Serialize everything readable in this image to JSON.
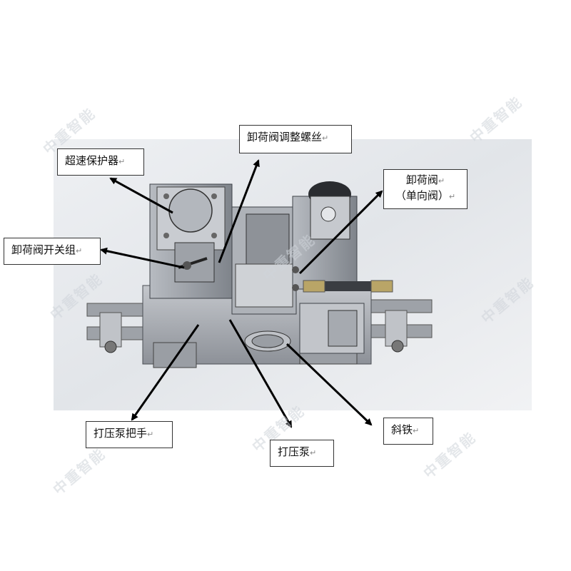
{
  "labels": {
    "overspeed_protector": "超速保护器",
    "unload_valve_screw": "卸荷阀调整螺丝",
    "unload_valve_switch": "卸荷阀开关组",
    "unload_valve": "卸荷阀",
    "check_valve": "（单向阀）",
    "pump_handle": "打压泵把手",
    "pump": "打压泵",
    "wedge": "斜铁",
    "return_mark": "↵"
  },
  "watermark": "中重智能",
  "colors": {
    "background": "#ffffff",
    "backdrop": "#e3e6ea",
    "machine_body": "#a9adb3",
    "machine_dark": "#5d6168",
    "arrow": "#000000"
  }
}
